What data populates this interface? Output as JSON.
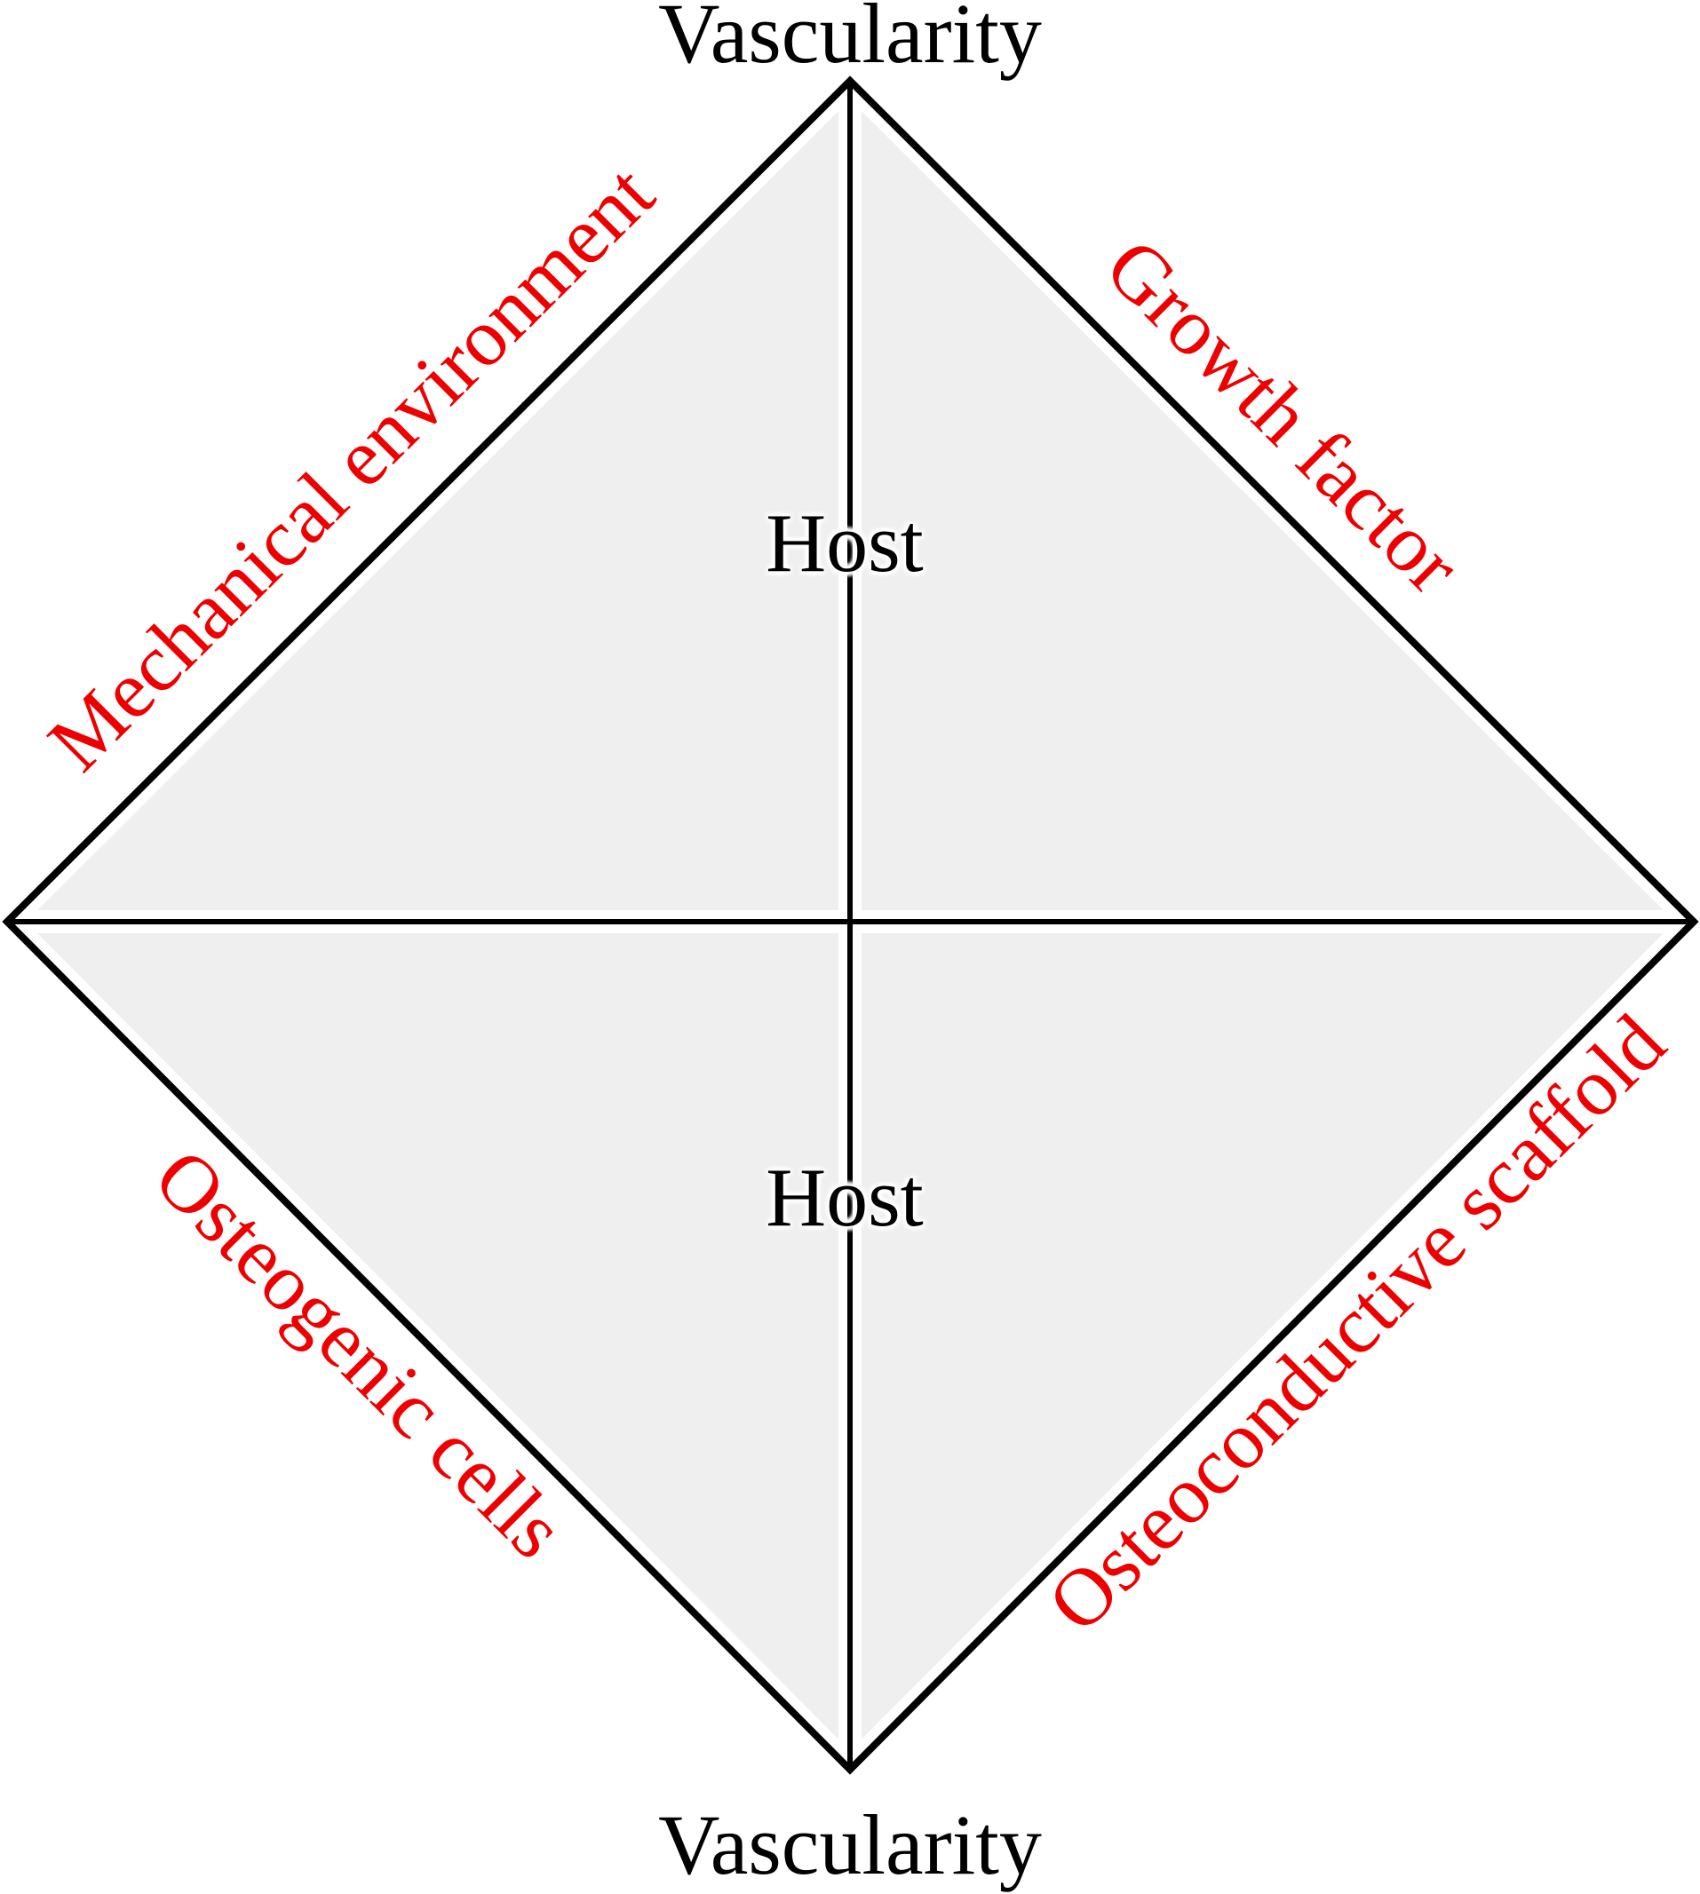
{
  "figure": {
    "type": "diamond-concept-diagram",
    "colors": {
      "background": "#ffffff",
      "quadrant_fill": "#efefef",
      "line_color": "#000000",
      "separator_color": "#ffffff",
      "accent_red": "#ee0000",
      "text_black": "#000000"
    },
    "labels": {
      "top_vertex": "Vascularity",
      "bottom_vertex": "Vascularity",
      "upper_left_edge": "Mechanical environment",
      "upper_right_edge": "Growth factor",
      "lower_left_edge": "Osteogenic cells",
      "lower_right_edge": "Osteoconductive scaffold",
      "upper_center": "Host",
      "lower_center": "Host"
    }
  }
}
